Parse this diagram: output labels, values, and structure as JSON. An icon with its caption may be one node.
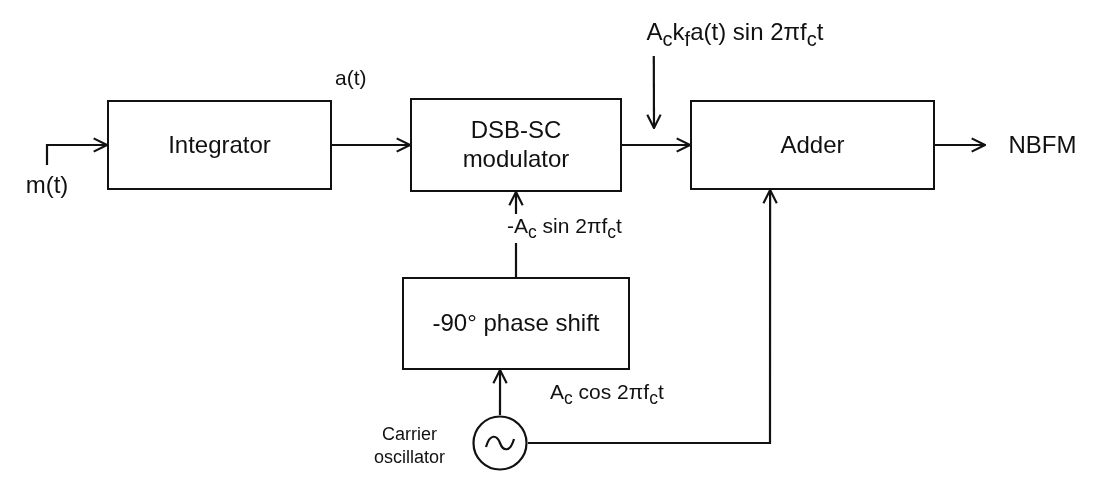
{
  "diagram": {
    "nodes": [
      {
        "text": [
          "m(t)"
        ]
      },
      {
        "text": [
          "Integrator"
        ]
      },
      {
        "text": [
          "DSB-SC modulator"
        ]
      },
      {
        "text": [
          "Adder"
        ]
      },
      {
        "text": [
          "NBFM"
        ]
      },
      {
        "text": [
          "-90° phase shift"
        ]
      },
      {
        "text": [],
        "shape": "circle",
        "beside": [
          "Carrier oscillator"
        ]
      },
      {
        "text": [
          "A$_{c}$k$_{f}$a(t) sin 2πf$_{c}$t"
        ]
      }
    ],
    "edges": [
      {
        "from": 0,
        "to": 1,
        "arrow": "to"
      },
      {
        "from": 1,
        "to": 2,
        "arrow": "to",
        "label": "a(t)"
      },
      {
        "from": 2,
        "to": 3,
        "arrow": "to"
      },
      {
        "from": 3,
        "to": 4,
        "arrow": "to"
      },
      {
        "from": 5,
        "to": 2,
        "arrow": "to",
        "label": "-A$_{c}$ sin 2πf$_{c}$t"
      },
      {
        "from": 6,
        "to": 5,
        "arrow": "to",
        "label": "A$_{c}$ cos 2πf$_{c}$t"
      },
      {
        "from": 6,
        "to": 3,
        "arrow": "to"
      },
      {
        "from": 7,
        "to": null,
        "arrow": "to"
      }
    ]
  }
}
